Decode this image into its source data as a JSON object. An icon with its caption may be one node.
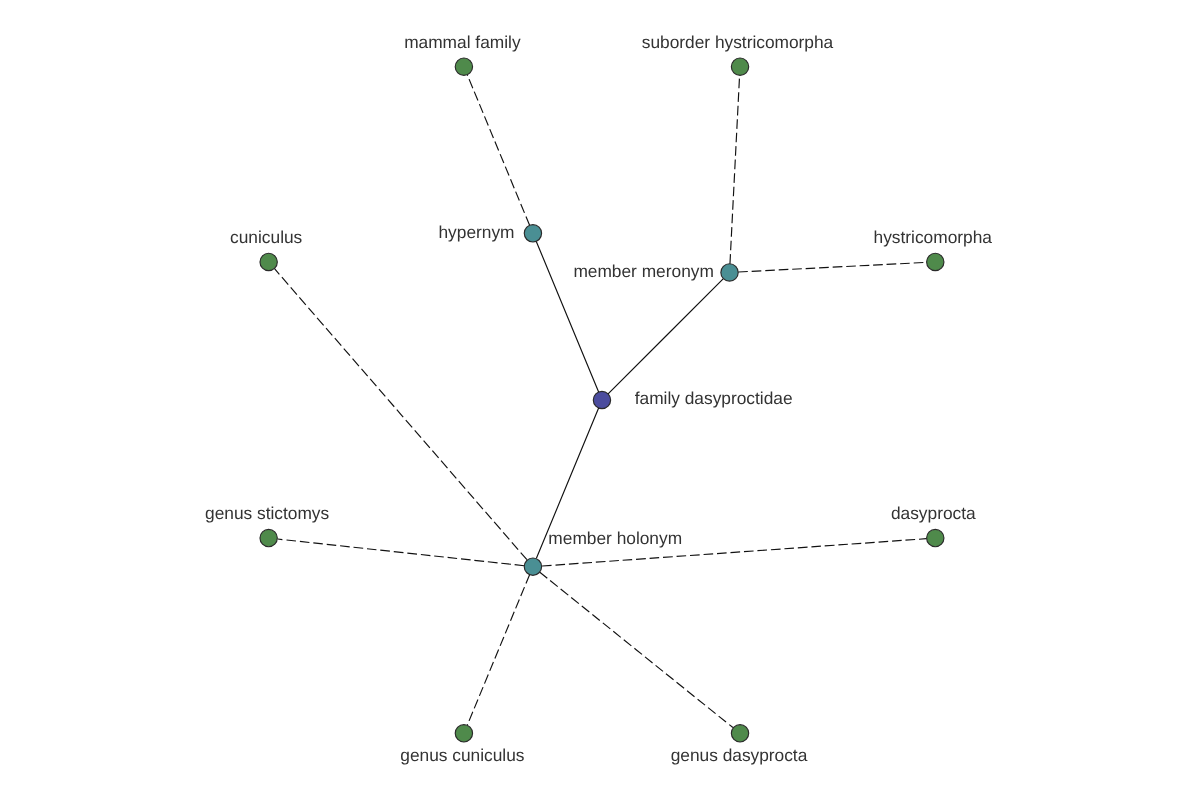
{
  "diagram": {
    "nodes": [
      {
        "text": [],
        "shape": "circle",
        "beside": [
          "hystricomorpha"
        ]
      },
      {
        "text": [],
        "shape": "circle",
        "beside": [
          "suborder hystricomorpha"
        ]
      },
      {
        "text": [],
        "shape": "circle",
        "beside": [
          "member meronym"
        ]
      },
      {
        "text": [],
        "shape": "circle",
        "beside": [
          "family dasyproctidae"
        ]
      },
      {
        "text": [],
        "shape": "circle",
        "beside": [
          "cuniculus"
        ]
      },
      {
        "text": [],
        "shape": "circle",
        "beside": [
          "hypernym"
        ]
      },
      {
        "text": [],
        "shape": "circle",
        "beside": [
          "member holonym"
        ]
      },
      {
        "text": [],
        "shape": "circle",
        "beside": [
          "genus stictomys"
        ]
      },
      {
        "text": [],
        "shape": "circle",
        "beside": [
          "genus cuniculus"
        ]
      },
      {
        "text": [],
        "shape": "circle",
        "beside": [
          "mammal family"
        ]
      },
      {
        "text": [],
        "shape": "circle",
        "beside": [
          "genus dasyprocta"
        ]
      },
      {
        "text": [],
        "shape": "circle",
        "beside": [
          "dasyprocta"
        ]
      }
    ],
    "edges": [
      {
        "from": 3,
        "to": 2,
        "arrow": "none"
      },
      {
        "from": 3,
        "to": 5,
        "arrow": "none"
      },
      {
        "from": 3,
        "to": 6,
        "arrow": "none"
      },
      {
        "from": 2,
        "to": 0,
        "arrow": "none",
        "style": "dashed"
      },
      {
        "from": 2,
        "to": 1,
        "arrow": "none",
        "style": "dashed"
      },
      {
        "from": 5,
        "to": 9,
        "arrow": "none",
        "style": "dashed"
      },
      {
        "from": 6,
        "to": 4,
        "arrow": "none",
        "style": "dashed"
      },
      {
        "from": 6,
        "to": 7,
        "arrow": "none",
        "style": "dashed"
      },
      {
        "from": 6,
        "to": 8,
        "arrow": "none",
        "style": "dashed"
      },
      {
        "from": 6,
        "to": 10,
        "arrow": "none",
        "style": "dashed"
      },
      {
        "from": 6,
        "to": 11,
        "arrow": "none",
        "style": "dashed"
      }
    ]
  }
}
